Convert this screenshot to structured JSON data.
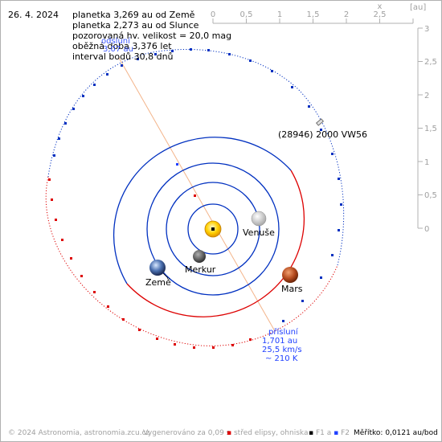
{
  "date": "26. 4. 2024",
  "info": {
    "line1": "planetka 3,269 au od Země",
    "line2": "planetka 2,273 au od Slunce",
    "line3": "pozorovaná hv. velikost = 20,0 mag",
    "line4": "oběžná doba 3,376 let",
    "line5": "interval bodů 30,8 dnů"
  },
  "aphelion_label": {
    "title": "odsluní",
    "dist": "3,07 au",
    "speed": ""
  },
  "perihelion_label": {
    "title": "přísluní",
    "dist": "1,701 au",
    "speed": "25,5 km/s",
    "temp": "~ 210 K"
  },
  "asteroid_name": "(28946) 2000 VW56",
  "planets": {
    "venus": "Venuše",
    "mercury": "Merkur",
    "earth": "Země",
    "mars": "Mars"
  },
  "scale": {
    "x_label": "x",
    "unit": "[au]",
    "x_ticks": [
      "0",
      "0,5",
      "1",
      "1,5",
      "2",
      "2,5"
    ],
    "y_ticks": [
      "3",
      "2,5",
      "2",
      "1,5",
      "1",
      "0,5",
      "0"
    ]
  },
  "footer": {
    "copyright": "© 2024 Astronomia, astronomia.zcu.cz",
    "generated": "Vygenerováno za 0,09 s",
    "legend_center": "střed elipsy, ohniska",
    "f1": "F1",
    "f2": "F2",
    "sep": "a",
    "scale": "Měřítko: 0,0121 au/bod"
  },
  "colors": {
    "red": "#dd0000",
    "blue": "#0030c0",
    "sun": "#ffd000",
    "mars": "#b54a1e",
    "perihelion_text": "#2040ff"
  }
}
